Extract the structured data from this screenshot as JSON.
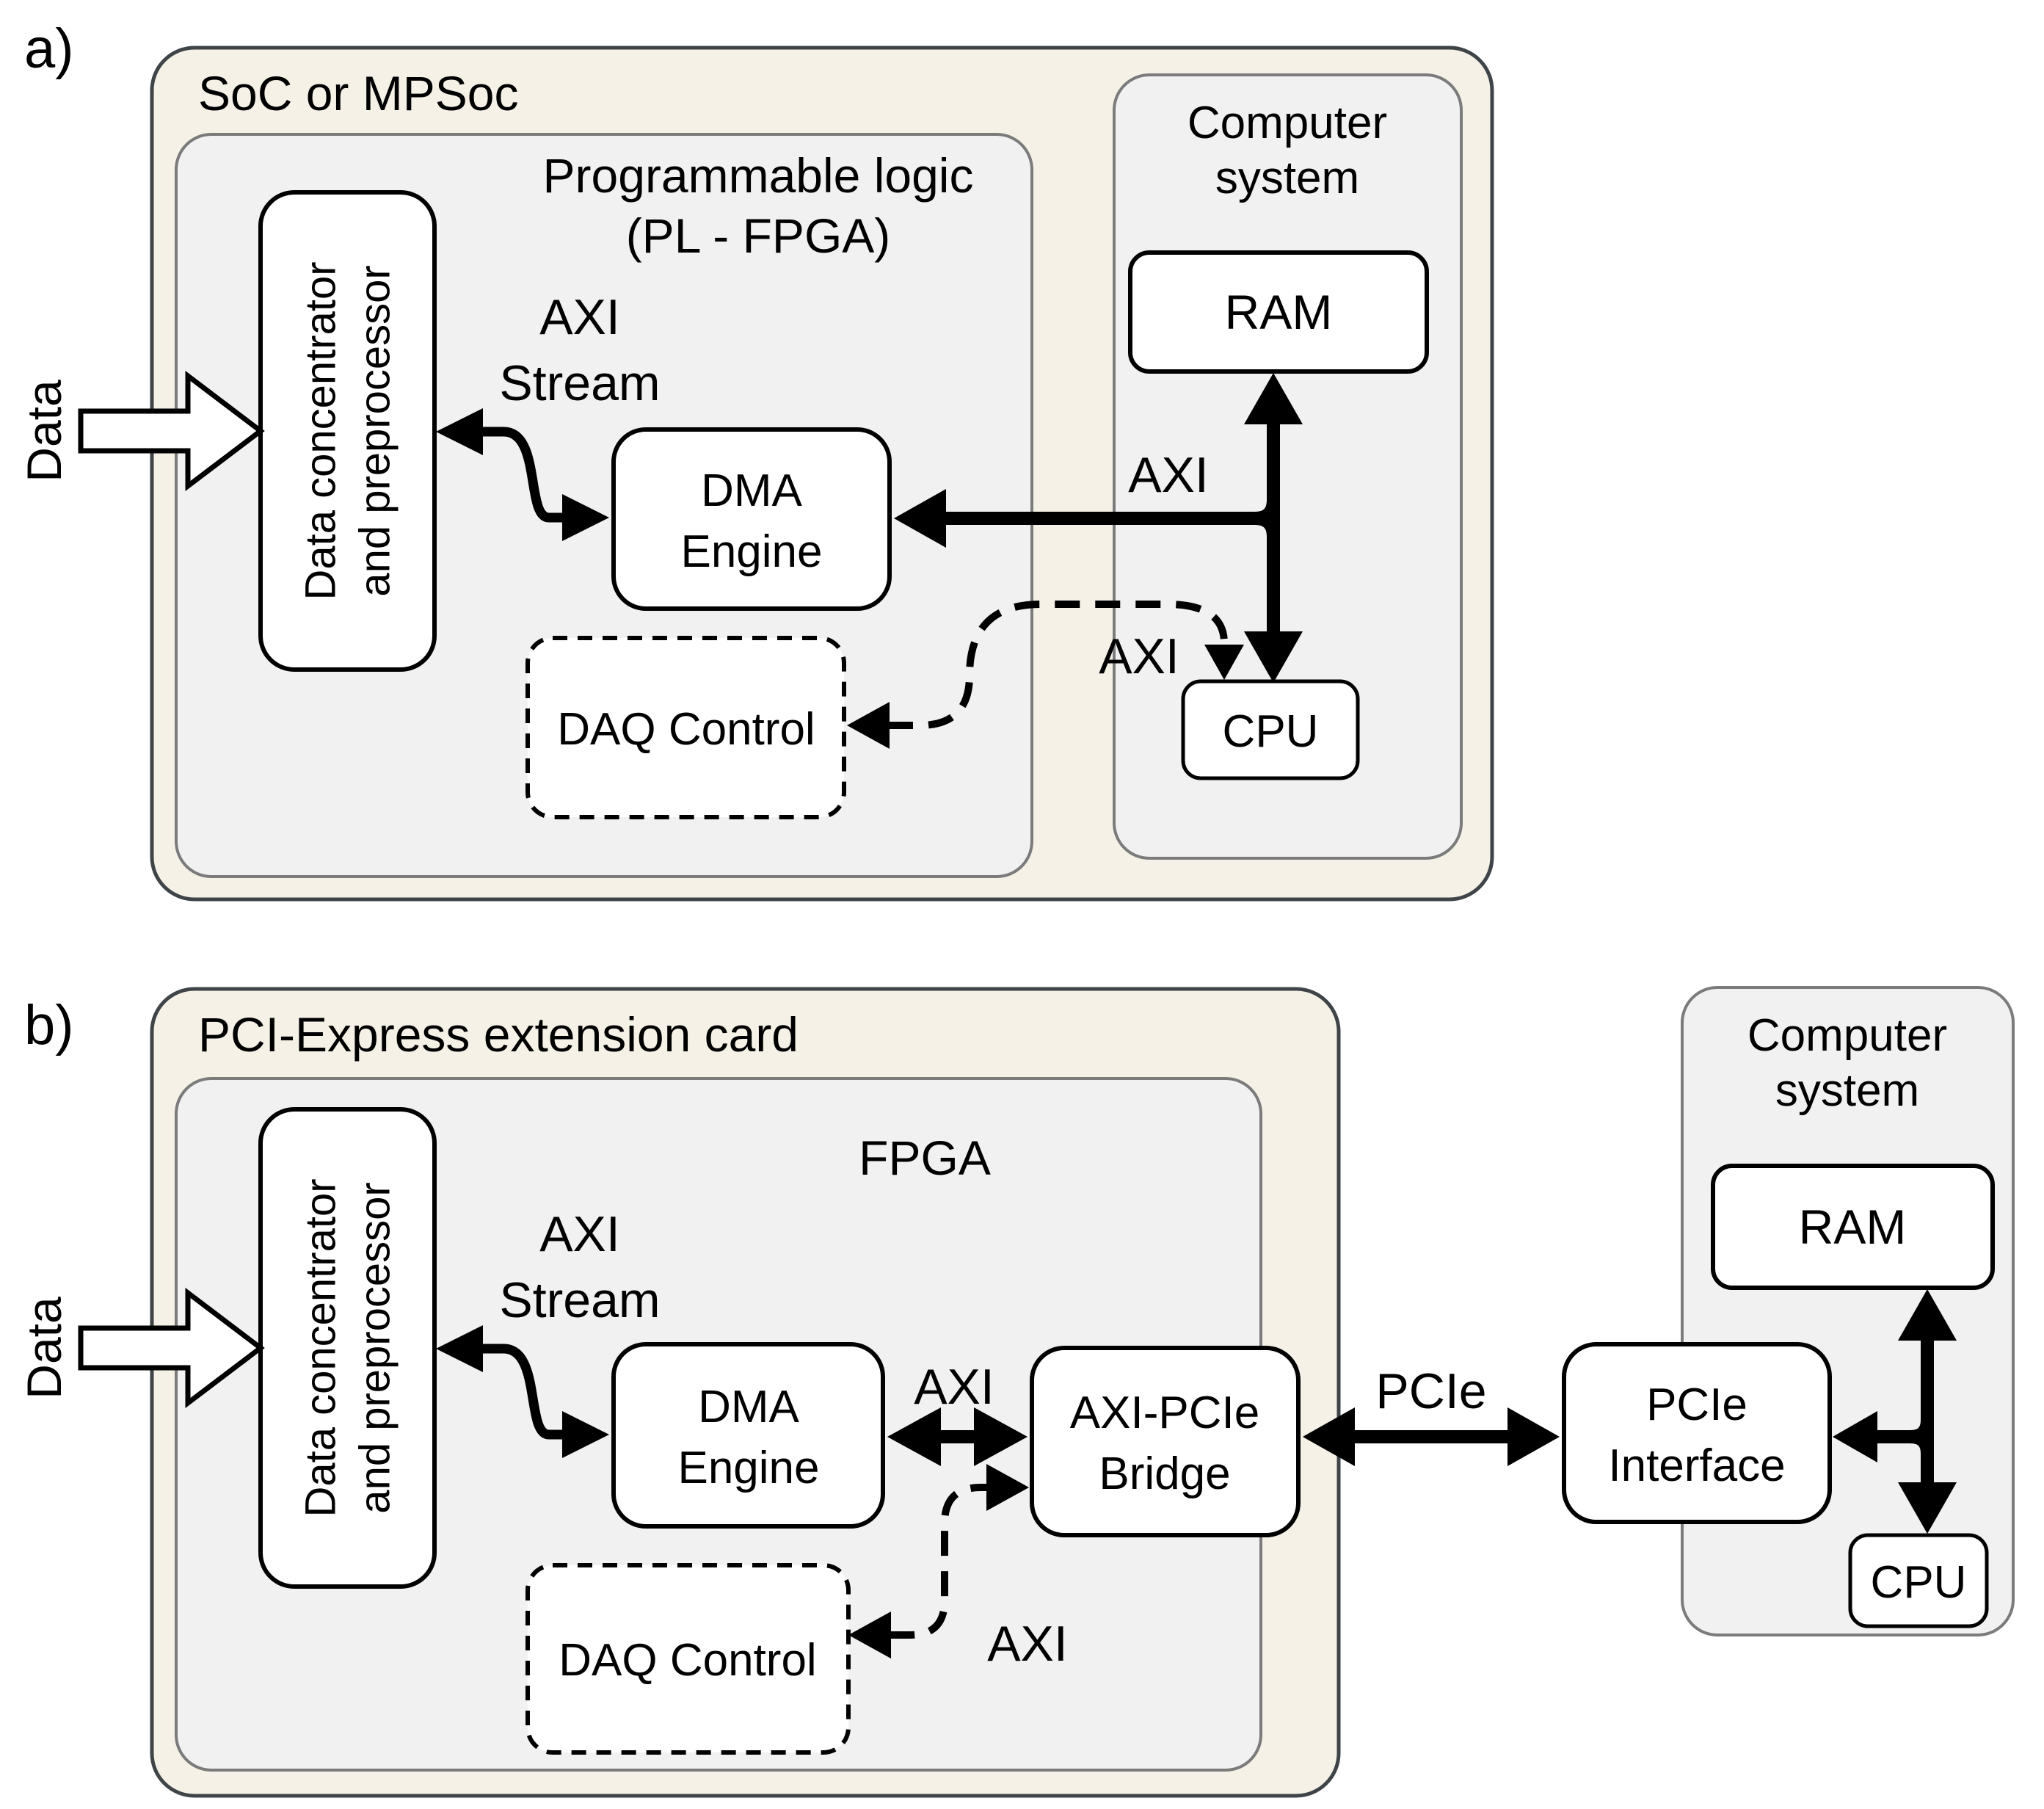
{
  "panel_a": {
    "label": "a)",
    "soc": {
      "title": "SoC or MPSoc"
    },
    "programmable_logic": {
      "title_line1": "Programmable logic",
      "title_line2": "(PL - FPGA)",
      "data_concentrator": {
        "line1": "Data concentrator",
        "line2": "and preprocessor"
      },
      "dma_engine": {
        "line1": "DMA",
        "line2": "Engine"
      },
      "daq_control": {
        "label": "DAQ Control"
      }
    },
    "computer_system": {
      "title_line1": "Computer",
      "title_line2": "system",
      "ram": {
        "label": "RAM"
      },
      "cpu": {
        "label": "CPU"
      }
    },
    "connections": {
      "data_input": "Data",
      "axi_stream_line1": "AXI",
      "axi_stream_line2": "Stream",
      "axi_bus": "AXI",
      "axi_control": "AXI"
    }
  },
  "panel_b": {
    "label": "b)",
    "card": {
      "title": "PCI-Express extension card"
    },
    "fpga": {
      "title": "FPGA",
      "data_concentrator": {
        "line1": "Data concentrator",
        "line2": "and preprocessor"
      },
      "dma_engine": {
        "line1": "DMA",
        "line2": "Engine"
      },
      "daq_control": {
        "label": "DAQ Control"
      },
      "axi_pcie_bridge": {
        "line1": "AXI-PCIe",
        "line2": "Bridge"
      }
    },
    "computer_system": {
      "title_line1": "Computer",
      "title_line2": "system",
      "ram": {
        "label": "RAM"
      },
      "cpu": {
        "label": "CPU"
      },
      "pcie_interface": {
        "line1": "PCIe",
        "line2": "Interface"
      }
    },
    "connections": {
      "data_input": "Data",
      "axi_stream_line1": "AXI",
      "axi_stream_line2": "Stream",
      "axi_dma_bridge": "AXI",
      "pcie_link": "PCIe",
      "axi_control": "AXI"
    }
  },
  "colors": {
    "outer_box_fill": "#f5f1e6",
    "outer_box_stroke": "#3f4448",
    "inner_box_fill": "#f1f1f1",
    "inner_box_stroke": "#7b7b7b",
    "component_fill": "#ffffff",
    "component_stroke": "#000000",
    "arrow": "#000000"
  }
}
